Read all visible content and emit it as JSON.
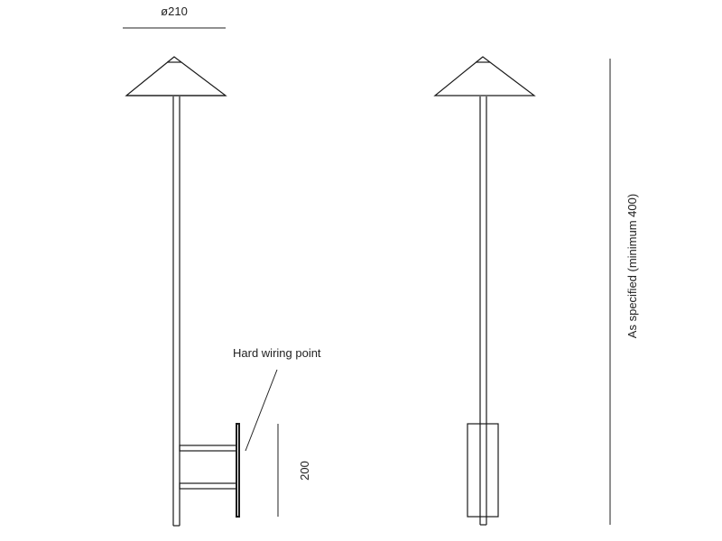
{
  "labels": {
    "diameter": "ø210",
    "wiring_point": "Hard wiring point",
    "bracket_height": "200",
    "overall_height": "As specified (minimum 400)"
  }
}
